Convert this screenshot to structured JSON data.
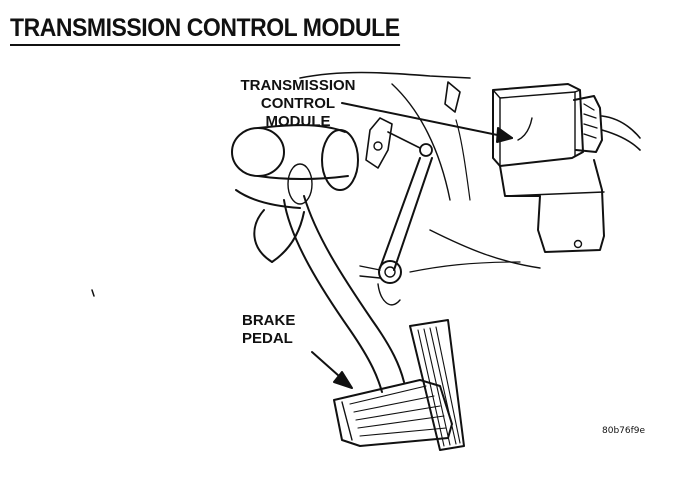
{
  "diagram": {
    "title": "TRANSMISSION CONTROL MODULE",
    "callouts": {
      "tcm_line1": "TRANSMISSION",
      "tcm_line2": "CONTROL",
      "tcm_line3": "MODULE",
      "brake_line1": "BRAKE",
      "brake_line2": "PEDAL"
    },
    "reference_code": "80b76f9e"
  }
}
